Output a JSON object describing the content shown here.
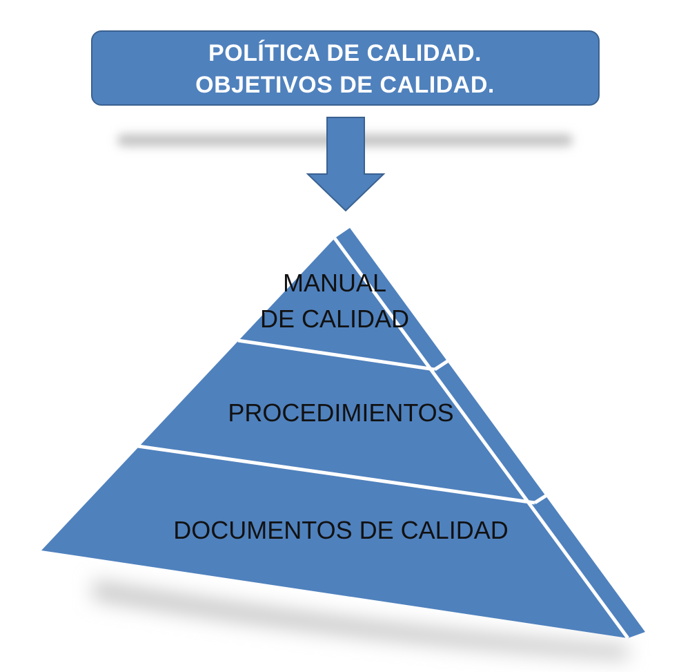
{
  "header": {
    "line1": "POLÍTICA DE CALIDAD.",
    "line2": "OBJETIVOS DE CALIDAD."
  },
  "pyramid": {
    "top": {
      "line1": "MANUAL",
      "line2": "DE CALIDAD"
    },
    "middle": {
      "label": "PROCEDIMIENTOS"
    },
    "bottom": {
      "label": "DOCUMENTOS DE CALIDAD"
    }
  },
  "colors": {
    "fill": "#4f81bd",
    "stroke": "#3a6190",
    "divider": "#ffffff",
    "shadow": "#c8c8c8"
  }
}
